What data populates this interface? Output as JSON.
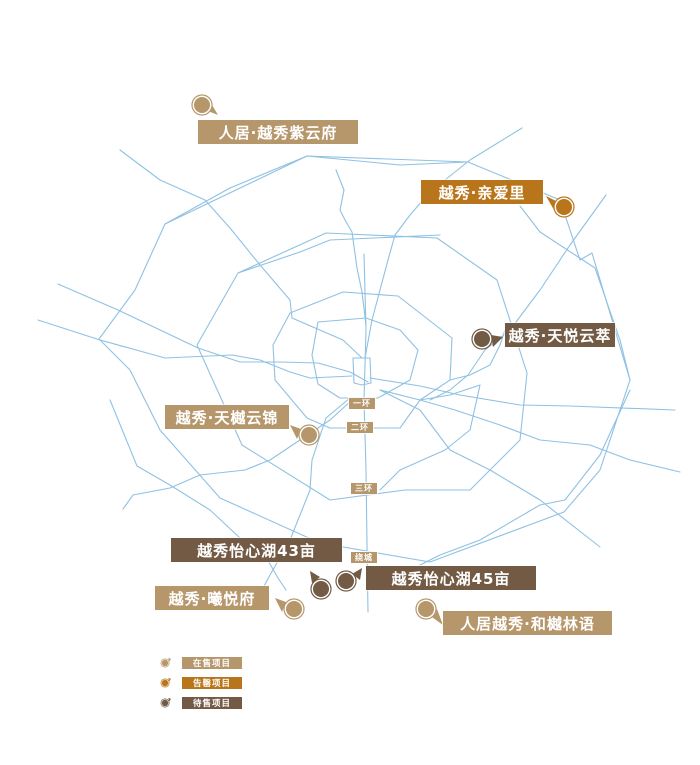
{
  "map": {
    "colors": {
      "on_sale": "#b6966b",
      "sold_out": "#b9751b",
      "upcoming": "#725a45",
      "road": "#8fc1e3"
    },
    "ring_labels": [
      {
        "id": "ring1",
        "text": "一环"
      },
      {
        "id": "ring2",
        "text": "二环"
      },
      {
        "id": "ring3",
        "text": "三环"
      },
      {
        "id": "ringcity",
        "text": "绕城"
      }
    ],
    "projects": [
      {
        "id": "ziyunfu",
        "name": "人居·越秀紫云府",
        "status": "on_sale"
      },
      {
        "id": "qinaili",
        "name": "越秀·亲爱里",
        "status": "sold_out"
      },
      {
        "id": "tianyueyuncui",
        "name": "越秀·天悦云萃",
        "status": "upcoming"
      },
      {
        "id": "tianxuyunjin",
        "name": "越秀·天樾云锦",
        "status": "on_sale"
      },
      {
        "id": "yixinhu43",
        "name": "越秀怡心湖43亩",
        "status": "upcoming"
      },
      {
        "id": "yixinhu45",
        "name": "越秀怡心湖45亩",
        "status": "upcoming"
      },
      {
        "id": "xiyuefu",
        "name": "越秀·曦悦府",
        "status": "on_sale"
      },
      {
        "id": "hexulinyu",
        "name": "人居越秀·和樾林语",
        "status": "on_sale"
      }
    ]
  },
  "legend": {
    "items": [
      {
        "status": "on_sale",
        "label": "在售项目",
        "icon": "pin-icon"
      },
      {
        "status": "sold_out",
        "label": "告罄项目",
        "icon": "pin-icon"
      },
      {
        "status": "upcoming",
        "label": "待售项目",
        "icon": "pin-icon"
      }
    ]
  }
}
